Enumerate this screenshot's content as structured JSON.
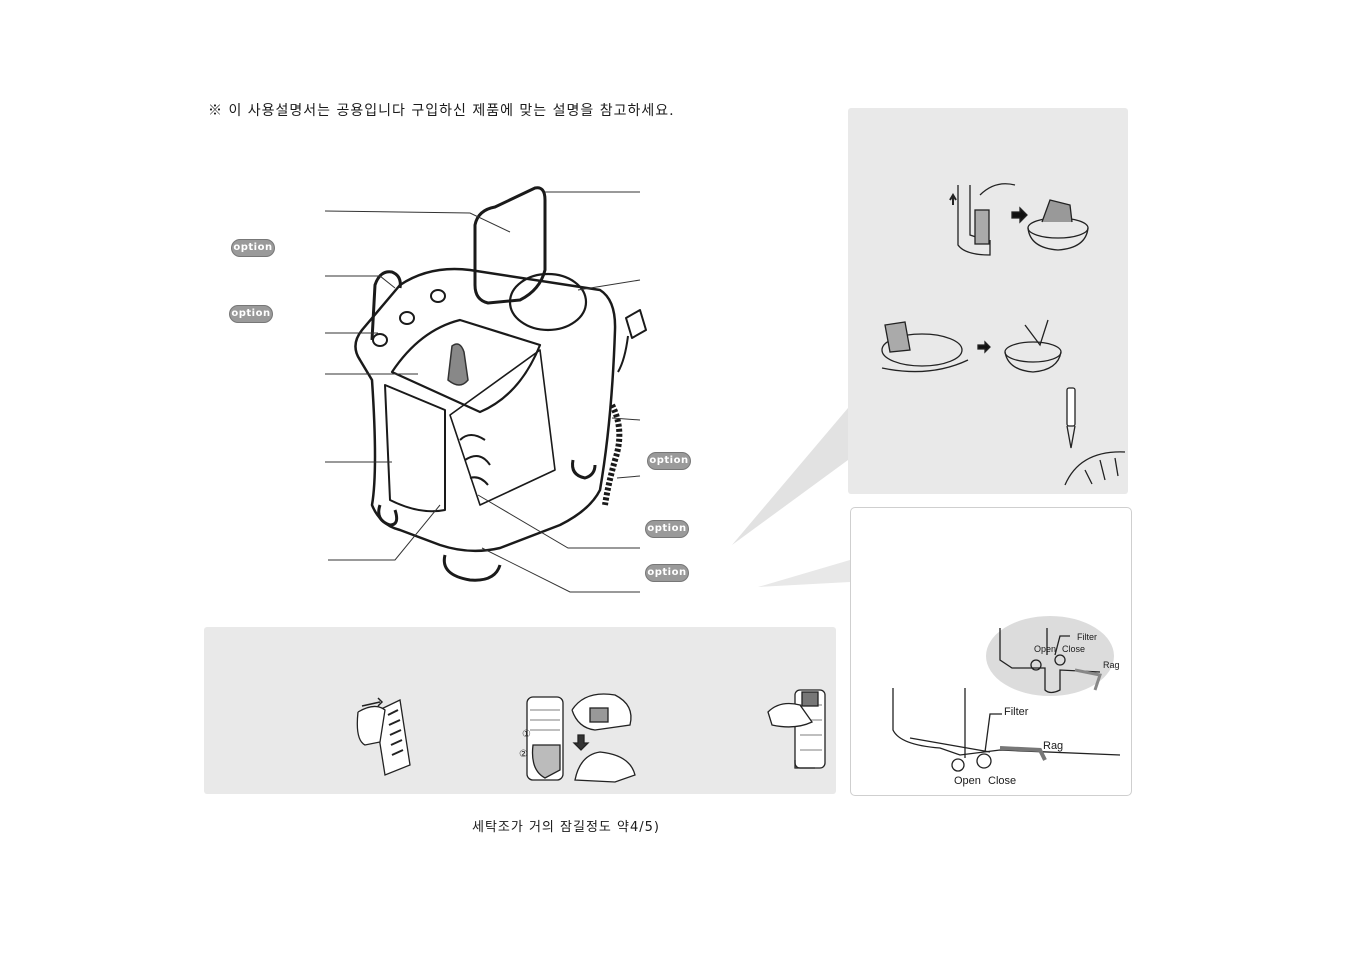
{
  "notice": "※ 이 사용설명서는 공용입니다 구입하신 제품에 맞는 설명을 참고하세요.",
  "caption": "세탁조가 거의 잠길정도 약4/5)",
  "option_badges": [
    "option",
    "option",
    "option",
    "option",
    "option"
  ],
  "drain_panel": {
    "labels_top": {
      "filter": "Filter",
      "open": "Open",
      "close": "Close",
      "rag": "Rag"
    },
    "labels_bottom": {
      "filter": "Filter",
      "open": "Open",
      "close": "Close",
      "rag": "Rag"
    }
  },
  "colors": {
    "panel_gray": "#e9e9e9",
    "badge_gray": "#9a9a9a",
    "line": "#1a1a1a"
  }
}
